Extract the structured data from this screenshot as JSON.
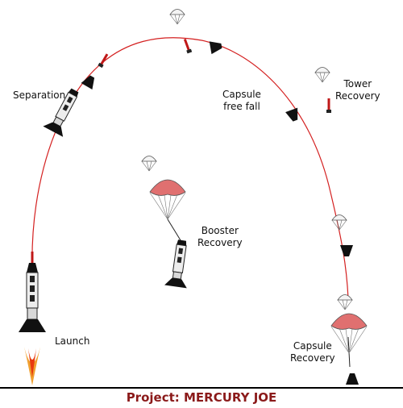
{
  "title": "Project: MERCURY JOE",
  "labels": {
    "separation": "Separation",
    "capsule_free_fall": [
      "Capsule",
      "free fall"
    ],
    "tower_recovery": [
      "Tower",
      "Recovery"
    ],
    "booster_recovery": [
      "Booster",
      "Recovery"
    ],
    "launch": "Launch",
    "capsule_recovery": [
      "Capsule",
      "Recovery"
    ]
  },
  "colors": {
    "trajectory": "#d42020",
    "title": "#8b1a1a",
    "parachute": "#e07070",
    "ground": "#000000"
  }
}
